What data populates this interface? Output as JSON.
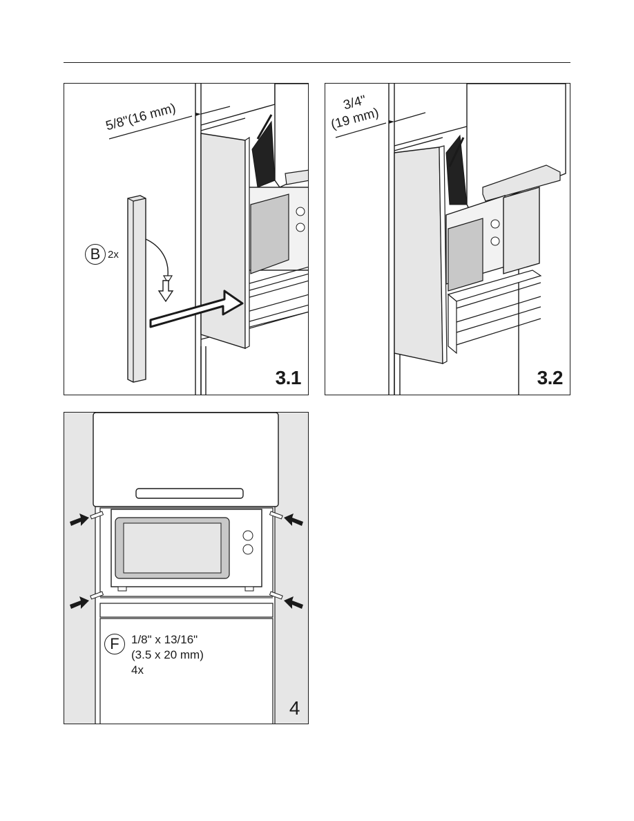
{
  "figures": {
    "fig31": {
      "number": "3.1",
      "dimension_label": "5/8\"(16 mm)",
      "part_letter": "B",
      "part_quantity": "2x"
    },
    "fig32": {
      "number": "3.2",
      "dimension_line1": "3/4\"",
      "dimension_line2": "(19 mm)"
    },
    "fig4": {
      "number": "4",
      "part_letter": "F",
      "spec_line1": "1/8\" x 13/16\"",
      "spec_line2": "(3.5 x 20 mm)",
      "spec_line3": "4x"
    }
  },
  "colors": {
    "line": "#1a1a1a",
    "panel_fill": "#e6e6e6",
    "window_fill": "#c8c8c8",
    "dark_cavity": "#222222"
  }
}
